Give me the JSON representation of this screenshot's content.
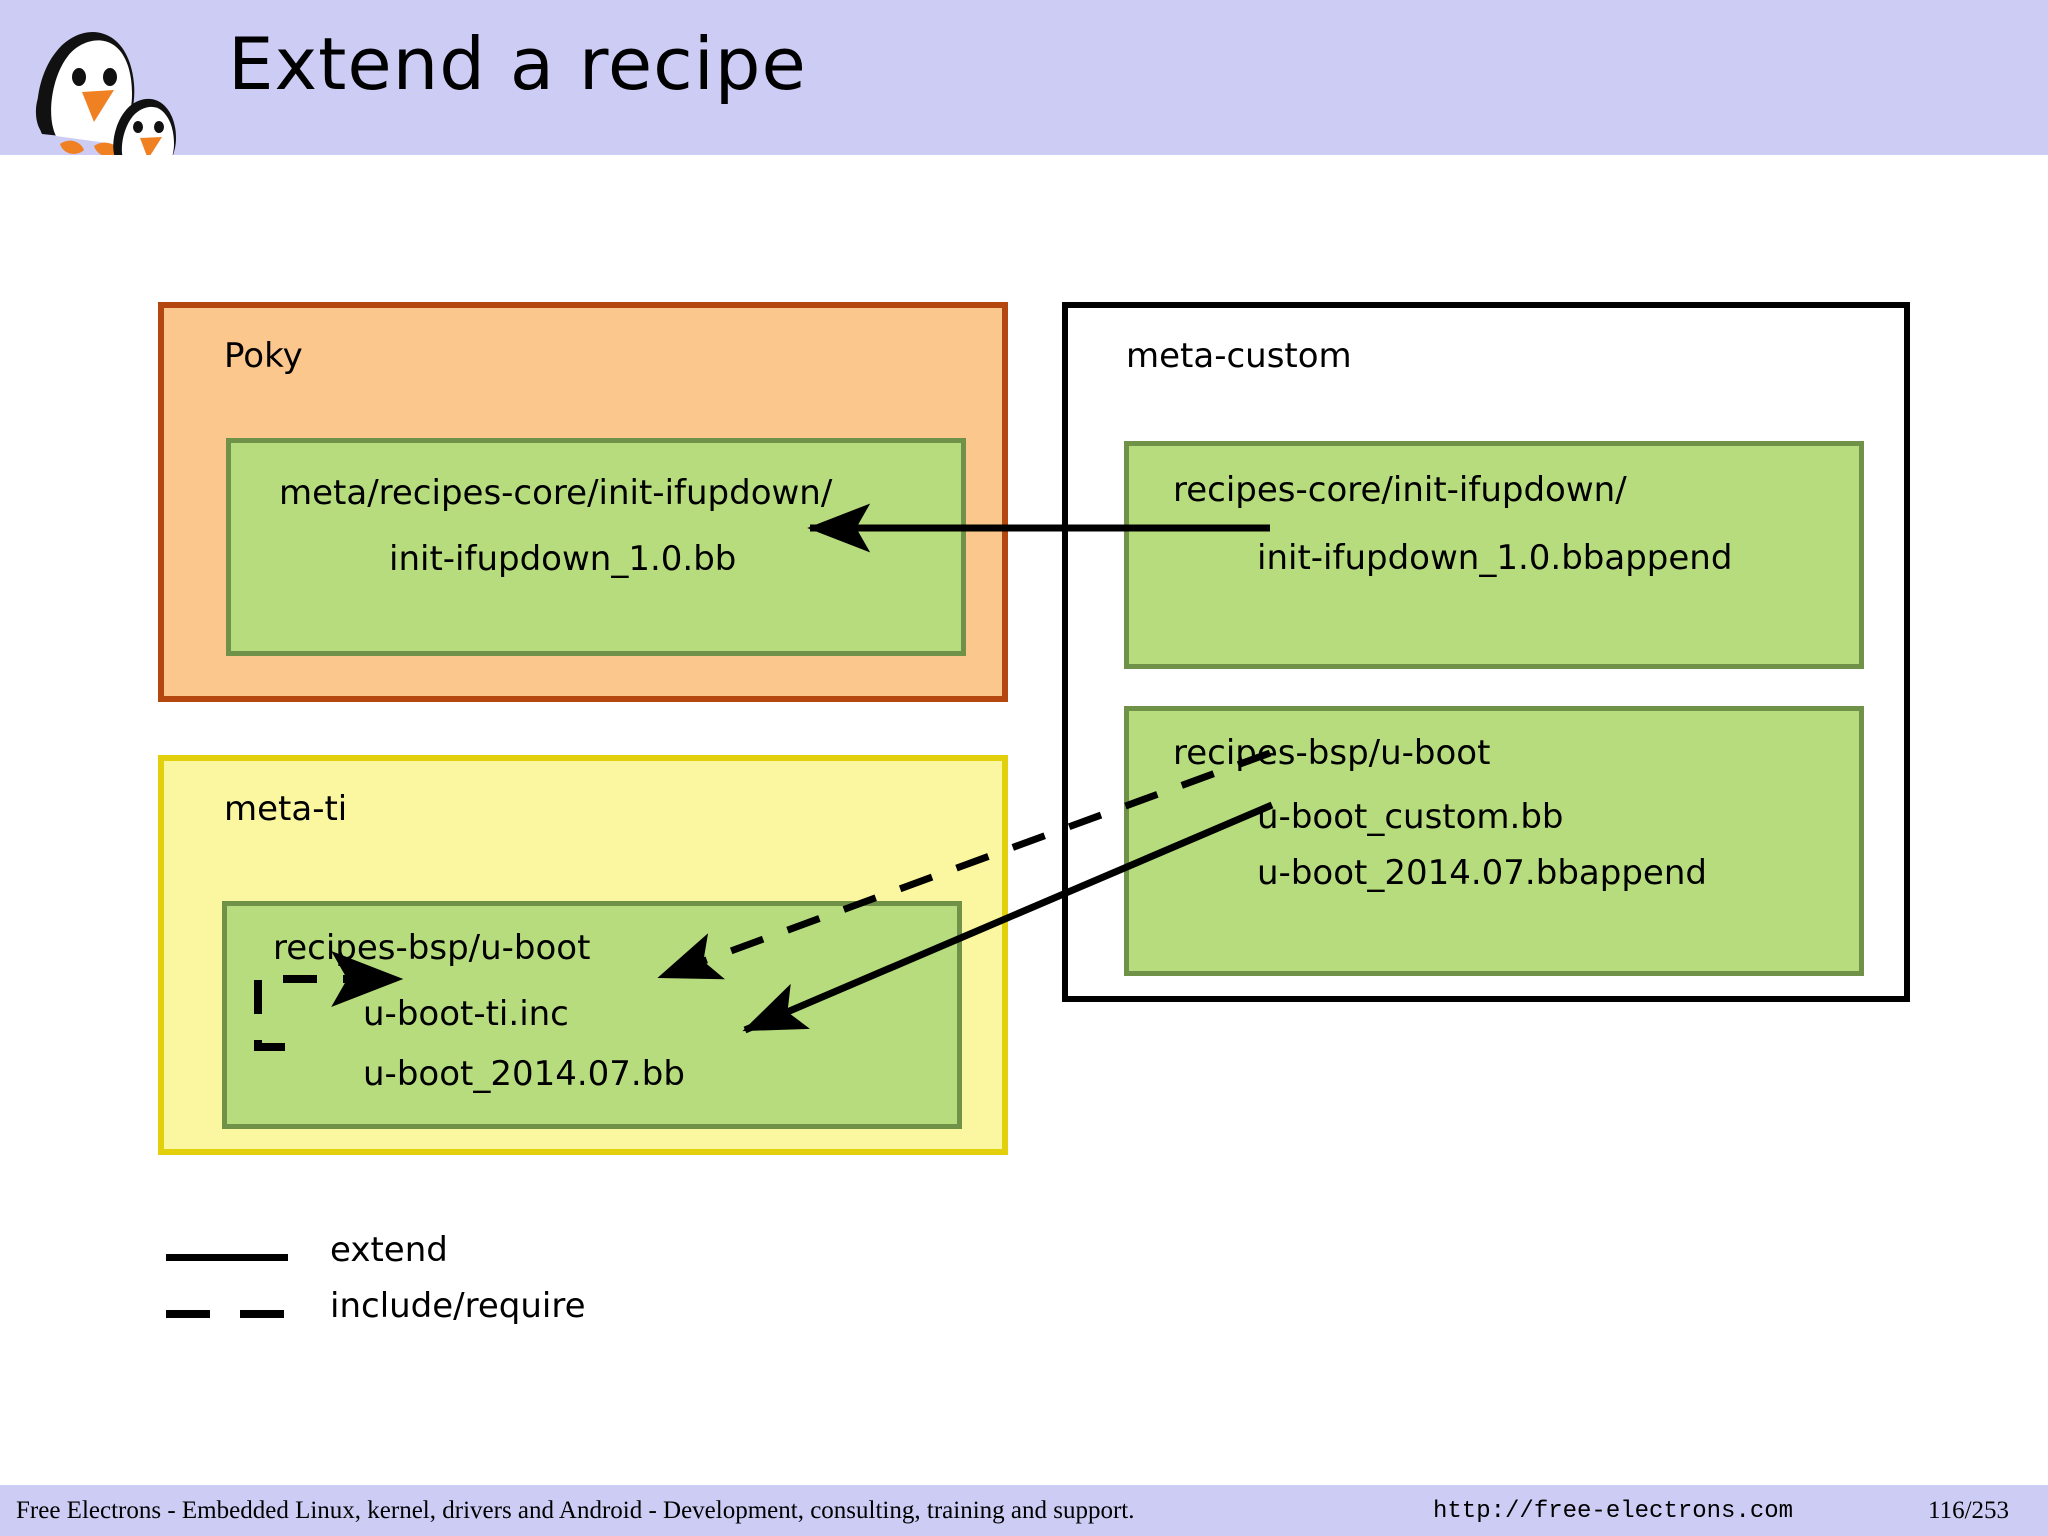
{
  "slide": {
    "title": "Extend a recipe",
    "logo_icon": "penguin-logo-icon"
  },
  "diagram": {
    "layers": [
      {
        "id": "poky",
        "label": "Poky",
        "fill": "#fbc78d",
        "border": "#b4470f",
        "recipes": [
          {
            "id": "poky-init-ifupdown",
            "fill": "#b6dc7d",
            "border": "#6f9148",
            "lines": [
              "meta/recipes-core/init-ifupdown/",
              "init-ifupdown_1.0.bb"
            ]
          }
        ]
      },
      {
        "id": "meta-ti",
        "label": "meta-ti",
        "fill": "#fbf7a0",
        "border": "#e2d00d",
        "recipes": [
          {
            "id": "meta-ti-uboot",
            "fill": "#b6dc7d",
            "border": "#6f9148",
            "lines": [
              "recipes-bsp/u-boot",
              "u-boot-ti.inc",
              "u-boot_2014.07.bb"
            ]
          }
        ]
      },
      {
        "id": "meta-custom",
        "label": "meta-custom",
        "fill": "#ffffff",
        "border": "#000000",
        "recipes": [
          {
            "id": "mc-init-ifupdown",
            "fill": "#b6dc7d",
            "border": "#6f9148",
            "lines": [
              "recipes-core/init-ifupdown/",
              "init-ifupdown_1.0.bbappend"
            ]
          },
          {
            "id": "mc-uboot",
            "fill": "#b6dc7d",
            "border": "#6f9148",
            "lines": [
              "recipes-bsp/u-boot",
              "u-boot_custom.bb",
              "u-boot_2014.07.bbappend"
            ]
          }
        ]
      }
    ]
  },
  "legend": {
    "items": [
      {
        "style": "solid",
        "label": "extend"
      },
      {
        "style": "dashed",
        "label": "include/require"
      }
    ]
  },
  "footer": {
    "text": "Free Electrons - Embedded Linux, kernel, drivers and Android - Development, consulting, training and support.",
    "url": "http://free-electrons.com",
    "page": "116/253"
  }
}
